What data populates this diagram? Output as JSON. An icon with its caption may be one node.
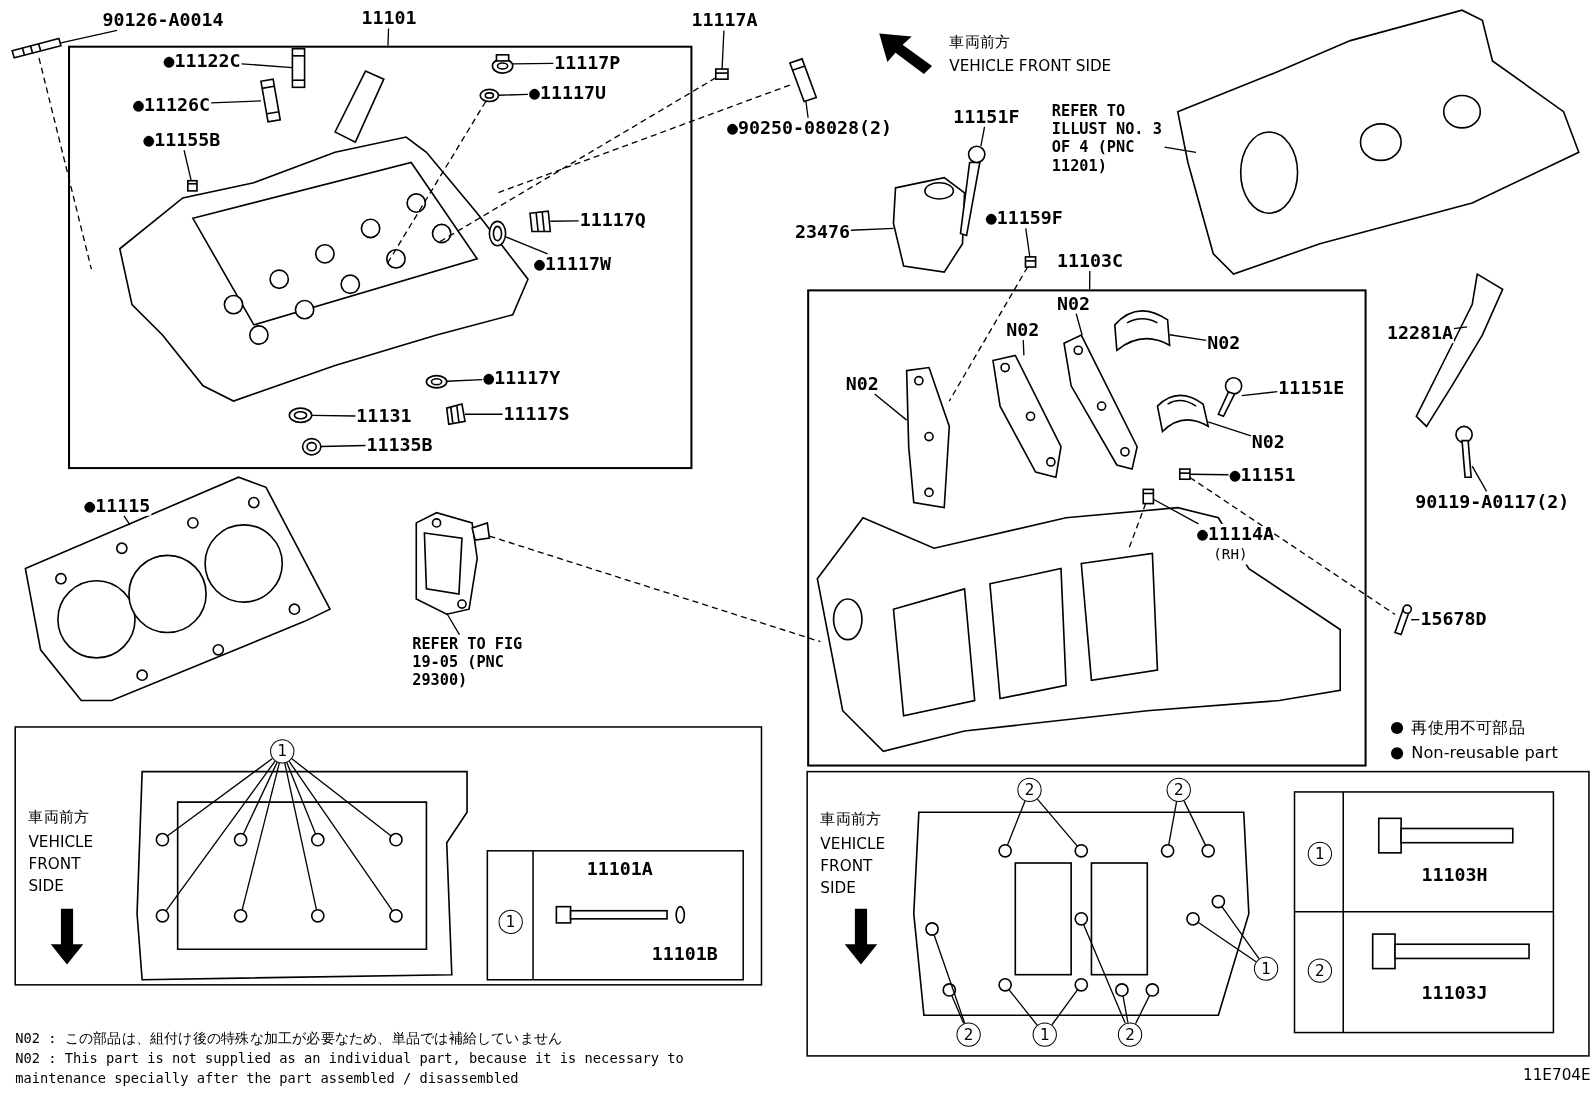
{
  "diagram": {
    "nodes": [
      {
        "text": [],
        "shape": "box"
      },
      {
        "text": [
          "11101"
        ]
      },
      {
        "text": [
          "●11122C"
        ],
        "in": 0
      },
      {
        "text": [],
        "shape": "picture",
        "in": 0
      },
      {
        "text": [
          "11117P"
        ],
        "in": 0
      },
      {
        "text": [],
        "shape": "picture",
        "in": 0
      },
      {
        "text": [
          "●11126C"
        ],
        "in": 0
      },
      {
        "text": [],
        "shape": "picture",
        "in": 0
      },
      {
        "text": [
          "●11117U"
        ],
        "in": 0
      },
      {
        "text": [],
        "shape": "picture",
        "in": 0
      },
      {
        "text": [
          "●11155B"
        ],
        "in": 0
      },
      {
        "text": [],
        "shape": "picture",
        "in": 0
      },
      {
        "text": [
          "11117Q"
        ],
        "in": 0
      },
      {
        "text": [],
        "shape": "picture",
        "in": 0
      },
      {
        "text": [
          "●11117W"
        ],
        "in": 0
      },
      {
        "text": [],
        "shape": "picture",
        "in": 0
      },
      {
        "text": [
          "●11117Y"
        ],
        "in": 0
      },
      {
        "text": [],
        "shape": "picture",
        "in": 0
      },
      {
        "text": [
          "11131"
        ],
        "in": 0
      },
      {
        "text": [],
        "shape": "picture",
        "in": 0
      },
      {
        "text": [
          "11117S"
        ],
        "in": 0
      },
      {
        "text": [],
        "shape": "picture",
        "in": 0
      },
      {
        "text": [
          "11135B"
        ],
        "in": 0
      },
      {
        "text": [],
        "shape": "picture",
        "in": 0
      },
      {
        "text": [
          "90126-A0014"
        ]
      },
      {
        "text": [],
        "shape": "picture"
      },
      {
        "text": [
          "11117A"
        ]
      },
      {
        "text": [],
        "shape": "picture"
      },
      {
        "text": [
          "●90250-08028(2)"
        ]
      },
      {
        "text": [],
        "shape": "picture"
      },
      {
        "text": [
          "11151F"
        ]
      },
      {
        "text": [],
        "shape": "picture"
      },
      {
        "text": [
          "REFER TO ILLUST NO. 3 OF 4 (PNC 11201)"
        ]
      },
      {
        "text": [],
        "shape": "picture"
      },
      {
        "text": [
          "23476"
        ]
      },
      {
        "text": [],
        "shape": "picture"
      },
      {
        "text": [
          "●11159F"
        ]
      },
      {
        "text": [],
        "shape": "picture"
      },
      {
        "text": [],
        "shape": "box"
      },
      {
        "text": [
          "11103C"
        ]
      },
      {
        "text": [
          "N02"
        ],
        "in": 38
      },
      {
        "text": [],
        "shape": "picture",
        "in": 38
      },
      {
        "text": [
          "N02"
        ],
        "in": 38
      },
      {
        "text": [],
        "shape": "picture",
        "in": 38
      },
      {
        "text": [
          "N02"
        ],
        "in": 38
      },
      {
        "text": [],
        "shape": "picture",
        "in": 38
      },
      {
        "text": [
          "N02"
        ],
        "in": 38
      },
      {
        "text": [],
        "shape": "picture",
        "in": 38
      },
      {
        "text": [
          "11151E"
        ],
        "in": 38
      },
      {
        "text": [],
        "shape": "picture",
        "in": 38
      },
      {
        "text": [
          "N02"
        ],
        "in": 38
      },
      {
        "text": [],
        "shape": "picture",
        "in": 38
      },
      {
        "text": [
          "●11151"
        ],
        "in": 38
      },
      {
        "text": [],
        "shape": "picture",
        "in": 38
      },
      {
        "text": [
          "●11114A",
          "(RH)"
        ],
        "in": 38
      },
      {
        "text": [],
        "shape": "picture",
        "in": 38
      },
      {
        "text": [
          "12281A"
        ]
      },
      {
        "text": [],
        "shape": "picture"
      },
      {
        "text": [
          "90119-A0117(2)"
        ]
      },
      {
        "text": [],
        "shape": "picture"
      },
      {
        "text": [
          "15678D"
        ]
      },
      {
        "text": [],
        "shape": "picture"
      },
      {
        "text": [
          "●11115"
        ]
      },
      {
        "text": [],
        "shape": "picture"
      },
      {
        "text": [
          "REFER TO FIG 19-05 (PNC 29300)"
        ]
      },
      {
        "text": [],
        "shape": "picture"
      },
      {
        "text": [
          "1"
        ]
      },
      {
        "text": [],
        "shape": "circle"
      },
      {
        "text": [],
        "shape": "circle"
      },
      {
        "text": [],
        "shape": "circle"
      },
      {
        "text": [],
        "shape": "circle"
      },
      {
        "text": [],
        "shape": "circle"
      },
      {
        "text": [],
        "shape": "circle"
      },
      {
        "text": [],
        "shape": "circle"
      },
      {
        "text": [],
        "shape": "circle"
      },
      {
        "text": [
          "2"
        ]
      },
      {
        "text": [],
        "shape": "circle"
      },
      {
        "text": [],
        "shape": "circle"
      },
      {
        "text": [
          "2"
        ]
      },
      {
        "text": [],
        "shape": "circle"
      },
      {
        "text": [],
        "shape": "circle"
      },
      {
        "text": [
          "1"
        ]
      },
      {
        "text": [],
        "shape": "circle"
      },
      {
        "text": [],
        "shape": "circle"
      },
      {
        "text": [
          "2"
        ]
      },
      {
        "text": [],
        "shape": "circle"
      },
      {
        "text": [],
        "shape": "circle"
      },
      {
        "text": [
          "1"
        ]
      },
      {
        "text": [],
        "shape": "circle"
      },
      {
        "text": [],
        "shape": "circle"
      },
      {
        "text": [
          "2"
        ]
      },
      {
        "text": [],
        "shape": "circle"
      },
      {
        "text": [],
        "shape": "circle"
      },
      {
        "text": [],
        "shape": "circle"
      },
      {
        "text": [
          "1"
        ]
      },
      {
        "text": [
          "1"
        ]
      },
      {
        "text": [
          "2"
        ]
      },
      {
        "text": [],
        "shape": "picture",
        "in": 0
      },
      {
        "text": [],
        "shape": "picture",
        "in": 38
      }
    ],
    "edges": [
      {
        "from": 1,
        "to": 0,
        "arrow": "none"
      },
      {
        "from": 2,
        "to": 3,
        "arrow": "none"
      },
      {
        "from": 4,
        "to": 5,
        "arrow": "none"
      },
      {
        "from": 6,
        "to": 7,
        "arrow": "none"
      },
      {
        "from": 8,
        "to": 9,
        "arrow": "none"
      },
      {
        "from": 10,
        "to": 11,
        "arrow": "none"
      },
      {
        "from": 12,
        "to": 13,
        "arrow": "none"
      },
      {
        "from": 14,
        "to": 15,
        "arrow": "none"
      },
      {
        "from": 16,
        "to": 17,
        "arrow": "none"
      },
      {
        "from": 18,
        "to": 19,
        "arrow": "none"
      },
      {
        "from": 20,
        "to": 21,
        "arrow": "none"
      },
      {
        "from": 22,
        "to": 23,
        "arrow": "none"
      },
      {
        "from": 24,
        "to": 25,
        "arrow": "none"
      },
      {
        "from": 26,
        "to": 27,
        "arrow": "none"
      },
      {
        "from": 28,
        "to": 29,
        "arrow": "none"
      },
      {
        "from": 30,
        "to": 31,
        "arrow": "none"
      },
      {
        "from": 32,
        "to": 33,
        "arrow": "none"
      },
      {
        "from": 34,
        "to": 35,
        "arrow": "none"
      },
      {
        "from": 36,
        "to": 37,
        "arrow": "none"
      },
      {
        "from": 39,
        "to": 38,
        "arrow": "none"
      },
      {
        "from": 40,
        "to": 41,
        "arrow": "none"
      },
      {
        "from": 42,
        "to": 43,
        "arrow": "none"
      },
      {
        "from": 44,
        "to": 45,
        "arrow": "none"
      },
      {
        "from": 46,
        "to": 47,
        "arrow": "none"
      },
      {
        "from": 48,
        "to": 49,
        "arrow": "none"
      },
      {
        "from": 50,
        "to": 51,
        "arrow": "none"
      },
      {
        "from": 52,
        "to": 53,
        "arrow": "none"
      },
      {
        "from": 54,
        "to": 55,
        "arrow": "none"
      },
      {
        "from": 56,
        "to": 57,
        "arrow": "none"
      },
      {
        "from": 58,
        "to": 59,
        "arrow": "none"
      },
      {
        "from": 60,
        "to": 61,
        "arrow": "none"
      },
      {
        "from": 62,
        "to": 63,
        "arrow": "none"
      },
      {
        "from": 64,
        "to": 65,
        "arrow": "none"
      },
      {
        "from": 66,
        "to": 67,
        "arrow": "none"
      },
      {
        "from": 66,
        "to": 68,
        "arrow": "none"
      },
      {
        "from": 66,
        "to": 69,
        "arrow": "none"
      },
      {
        "from": 66,
        "to": 70,
        "arrow": "none"
      },
      {
        "from": 66,
        "to": 71,
        "arrow": "none"
      },
      {
        "from": 66,
        "to": 72,
        "arrow": "none"
      },
      {
        "from": 66,
        "to": 73,
        "arrow": "none"
      },
      {
        "from": 66,
        "to": 74,
        "arrow": "none"
      },
      {
        "from": 75,
        "to": 76,
        "arrow": "none"
      },
      {
        "from": 75,
        "to": 77,
        "arrow": "none"
      },
      {
        "from": 78,
        "to": 79,
        "arrow": "none"
      },
      {
        "from": 78,
        "to": 80,
        "arrow": "none"
      },
      {
        "from": 81,
        "to": 82,
        "arrow": "none"
      },
      {
        "from": 81,
        "to": 83,
        "arrow": "none"
      },
      {
        "from": 84,
        "to": 85,
        "arrow": "none"
      },
      {
        "from": 84,
        "to": 86,
        "arrow": "none"
      },
      {
        "from": 87,
        "to": 88,
        "arrow": "none"
      },
      {
        "from": 87,
        "to": 89,
        "arrow": "none"
      },
      {
        "from": 90,
        "to": 91,
        "arrow": "none"
      },
      {
        "from": 90,
        "to": 92,
        "arrow": "none"
      },
      {
        "from": 90,
        "to": 93,
        "arrow": "none"
      },
      {
        "from": 25,
        "to": 97,
        "arrow": "none",
        "style": "dashed"
      },
      {
        "from": 9,
        "to": 97,
        "arrow": "none",
        "style": "dashed"
      },
      {
        "from": 27,
        "to": 97,
        "arrow": "none",
        "style": "dashed"
      },
      {
        "from": 29,
        "to": 97,
        "arrow": "none",
        "style": "dashed"
      },
      {
        "from": 65,
        "to": 98,
        "arrow": "none",
        "style": "dashed"
      },
      {
        "from": 37,
        "to": 47,
        "arrow": "none",
        "style": "dashed"
      },
      {
        "from": 53,
        "to": 61,
        "arrow": "none",
        "style": "dashed"
      },
      {
        "from": 55,
        "to": 98,
        "arrow": "none",
        "style": "dashed"
      }
    ],
    "labels": [
      "車両前方",
      "VEHICLE FRONT SIDE",
      "車両前方",
      "VEHICLE FRONT SIDE",
      "11101A",
      "11101B",
      "車両前方",
      "VEHICLE FRONT SIDE",
      "11103H",
      "11103J",
      "N02 : この部品は、組付け後の特殊な加工が必要なため、単品では補給していません",
      "N02 : This part is not supplied as an individual part, because it is necessary to maintenance specially after the part assembled / disassembled",
      "11E704E"
    ],
    "legend": [
      {
        "text": "再使用不可部品"
      },
      {
        "text": "Non-reusable part"
      }
    ]
  }
}
